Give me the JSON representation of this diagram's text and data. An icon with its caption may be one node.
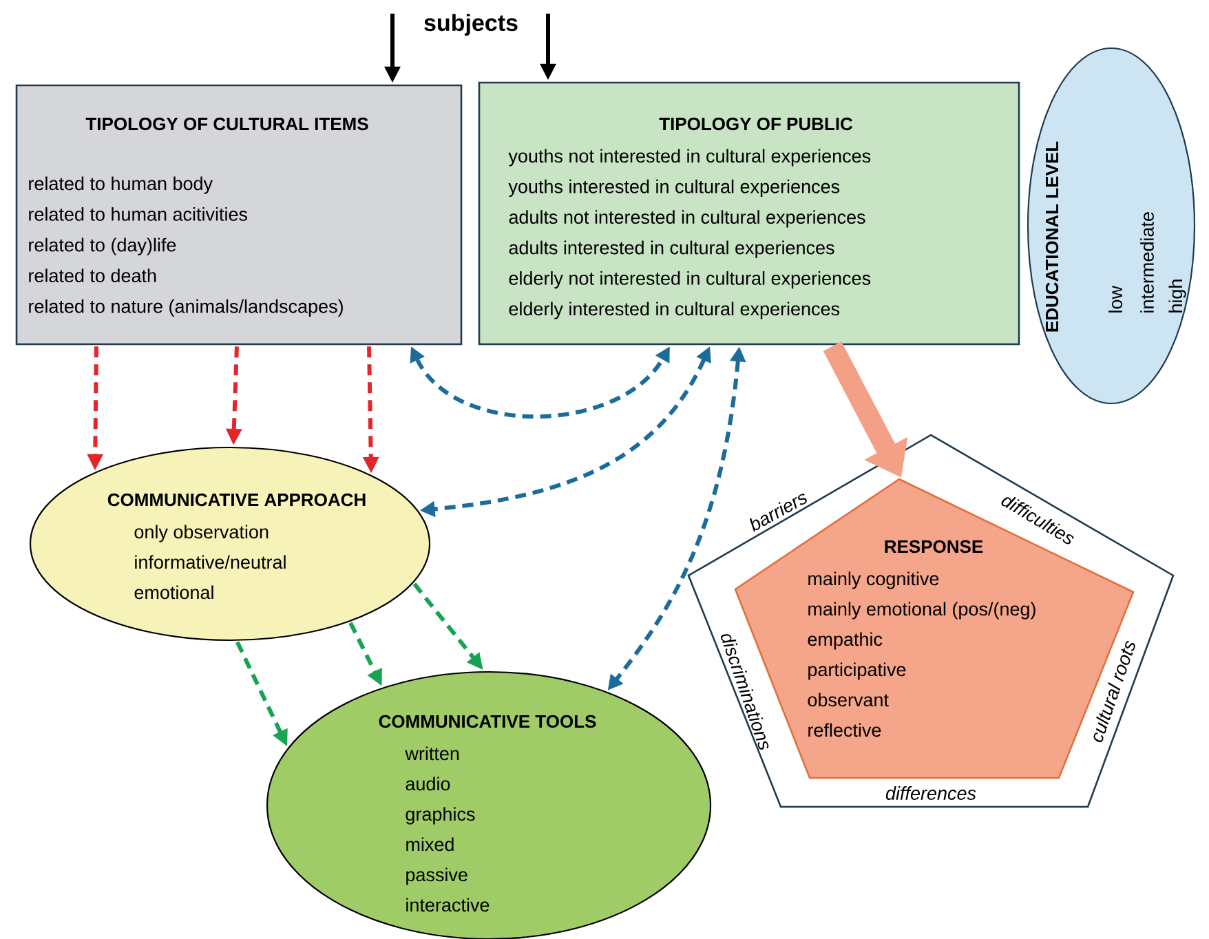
{
  "diagram": {
    "nodes": [
      {
        "text": [
          "subjects"
        ]
      },
      {
        "text": [
          "TIPOLOGY OF CULTURAL ITEMS",
          "related to human body",
          "related to human acitivities",
          "related to (day)life",
          "related to death",
          "related to nature (animals/landscapes)"
        ]
      },
      {
        "text": [
          "TIPOLOGY OF PUBLIC",
          "youths not interested in cultural experiences",
          "youths interested in cultural experiences",
          "adults not interested in cultural experiences",
          "adults interested in cultural experiences",
          "elderly not interested in cultural experiences",
          "elderly interested in cultural experiences"
        ]
      },
      {
        "text": [
          "EDUCATIONAL LEVEL",
          "low",
          "intermediate",
          "high"
        ]
      },
      {
        "text": [
          "COMMUNICATIVE APPROACH",
          "only observation",
          "informative/neutral",
          "emotional"
        ]
      },
      {
        "text": [
          "COMMUNICATIVE TOOLS",
          "written",
          "audio",
          "graphics",
          "mixed",
          "passive",
          "interactive"
        ]
      },
      {
        "text": [
          "barriers",
          "difficulties",
          "discriminations",
          "cultural roots",
          "differences"
        ]
      },
      {
        "text": [
          "RESPONSE",
          "mainly cognitive",
          "mainly emotional (pos/(neg)",
          "empathic",
          "participative",
          "observant",
          "reflective"
        ],
        "in": 6
      }
    ],
    "edges": [
      {
        "from": 0,
        "to": 1,
        "arrow": "to",
        "color": "#000000"
      },
      {
        "from": 0,
        "to": 2,
        "arrow": "to",
        "color": "#000000"
      },
      {
        "from": 1,
        "to": 4,
        "arrow": "to",
        "style": "dashed",
        "color": "#e3262a"
      },
      {
        "from": 1,
        "to": 4,
        "arrow": "to",
        "style": "dashed",
        "color": "#e3262a"
      },
      {
        "from": 1,
        "to": 4,
        "arrow": "to",
        "style": "dashed",
        "color": "#e3262a"
      },
      {
        "from": 1,
        "to": 2,
        "arrow": "both",
        "style": "dashed",
        "color": "#1b6c9a"
      },
      {
        "from": 2,
        "to": 4,
        "arrow": "both",
        "style": "dashed",
        "color": "#1b6c9a"
      },
      {
        "from": 2,
        "to": 5,
        "arrow": "both",
        "style": "dashed",
        "color": "#1b6c9a"
      },
      {
        "from": 4,
        "to": 5,
        "arrow": "to",
        "style": "dashed",
        "color": "#16a352"
      },
      {
        "from": 4,
        "to": 5,
        "arrow": "to",
        "style": "dashed",
        "color": "#16a352"
      },
      {
        "from": 4,
        "to": 5,
        "arrow": "to",
        "style": "dashed",
        "color": "#16a352"
      },
      {
        "from": 2,
        "to": 7,
        "arrow": "to",
        "style": "thick",
        "color": "#f4a086"
      }
    ]
  }
}
